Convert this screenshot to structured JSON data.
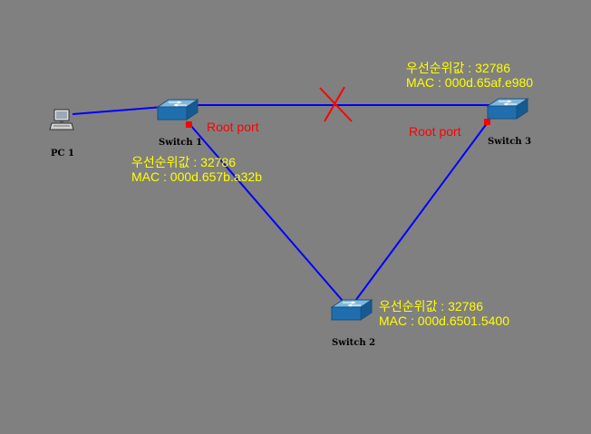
{
  "devices": {
    "pc1": {
      "label": "PC 1"
    },
    "switch1": {
      "label": "Switch 1",
      "priority_line": "우선순위값 : 32786",
      "mac_line": "MAC : 000d.657b.a32b"
    },
    "switch2": {
      "label": "Switch 2",
      "priority_line": "우선순위값 : 32786",
      "mac_line": "MAC : 000d.6501.5400"
    },
    "switch3": {
      "label": "Switch 3",
      "priority_line": "우선순위값 : 32786",
      "mac_line": "MAC : 000d.65af.e980"
    }
  },
  "root_port_label": "Root port",
  "colors": {
    "background": "#808080",
    "link": "#0000ff",
    "info_text": "#ffff00",
    "root_port": "#ff0000",
    "blocked_mark": "#ff0000"
  },
  "icons": {
    "pc": "pc-icon",
    "switch": "switch-icon",
    "blocked": "blocked-link-x-icon"
  }
}
